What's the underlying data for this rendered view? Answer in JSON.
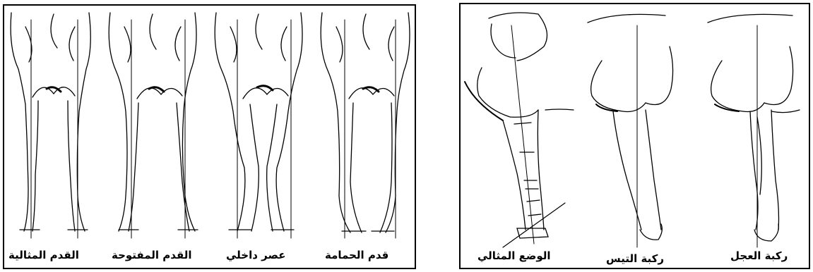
{
  "front_legs_panel": {
    "captions": [
      {
        "id": "ideal",
        "text": "القدم المثالية"
      },
      {
        "id": "open",
        "text": "القدم المفتوحة"
      },
      {
        "id": "knock",
        "text": "عصر داخلي"
      },
      {
        "id": "pigeon",
        "text": "قدم الحمامة"
      }
    ]
  },
  "side_legs_panel": {
    "captions": [
      {
        "id": "ideal_side",
        "text": "الوضع المثالي"
      },
      {
        "id": "buck",
        "text": "ركبة التيس"
      },
      {
        "id": "calf",
        "text": "ركبة العجل"
      }
    ]
  }
}
